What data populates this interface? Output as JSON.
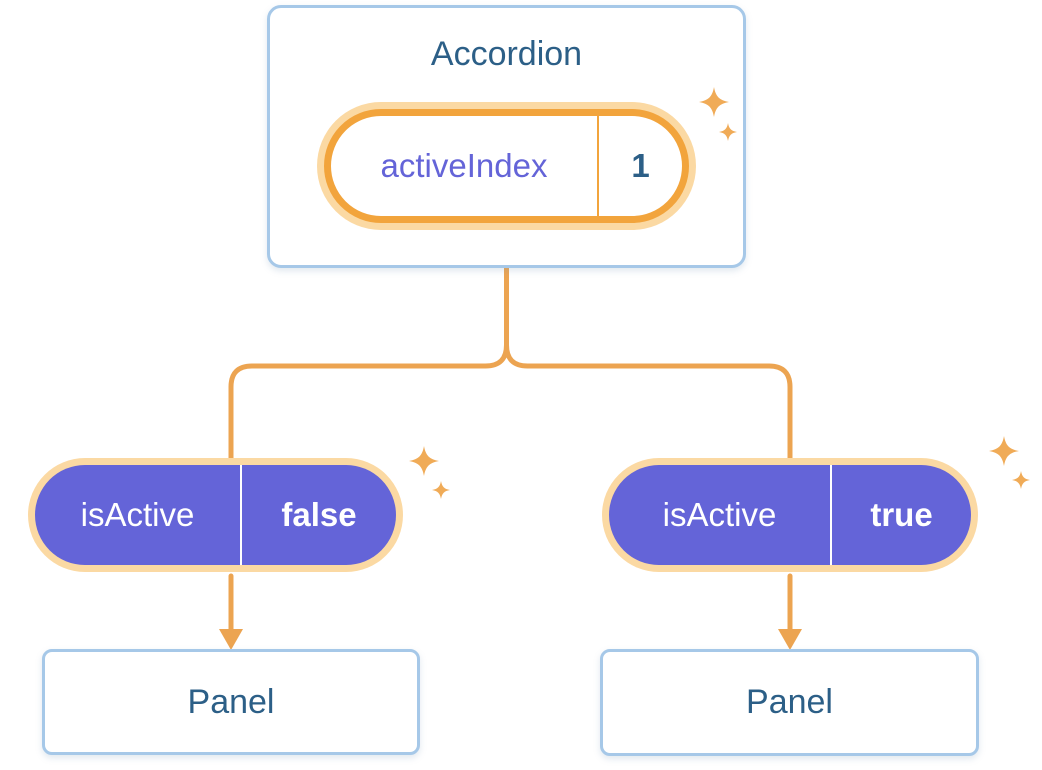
{
  "colors": {
    "text_blue": "#2c5f87",
    "purple": "#6464d8",
    "orange": "#f2a43c",
    "orange_soft": "#fbd9a3",
    "line_orange": "#eca451",
    "card_border": "#a6c8e8",
    "sparkle": "#f0ab57"
  },
  "accordion": {
    "title": "Accordion",
    "state_pill": {
      "label": "activeIndex",
      "value": "1"
    }
  },
  "branches": [
    {
      "prop_pill": {
        "label": "isActive",
        "value": "false"
      },
      "panel_title": "Panel"
    },
    {
      "prop_pill": {
        "label": "isActive",
        "value": "true"
      },
      "panel_title": "Panel"
    }
  ],
  "icons": {
    "sparkle": "✦"
  }
}
